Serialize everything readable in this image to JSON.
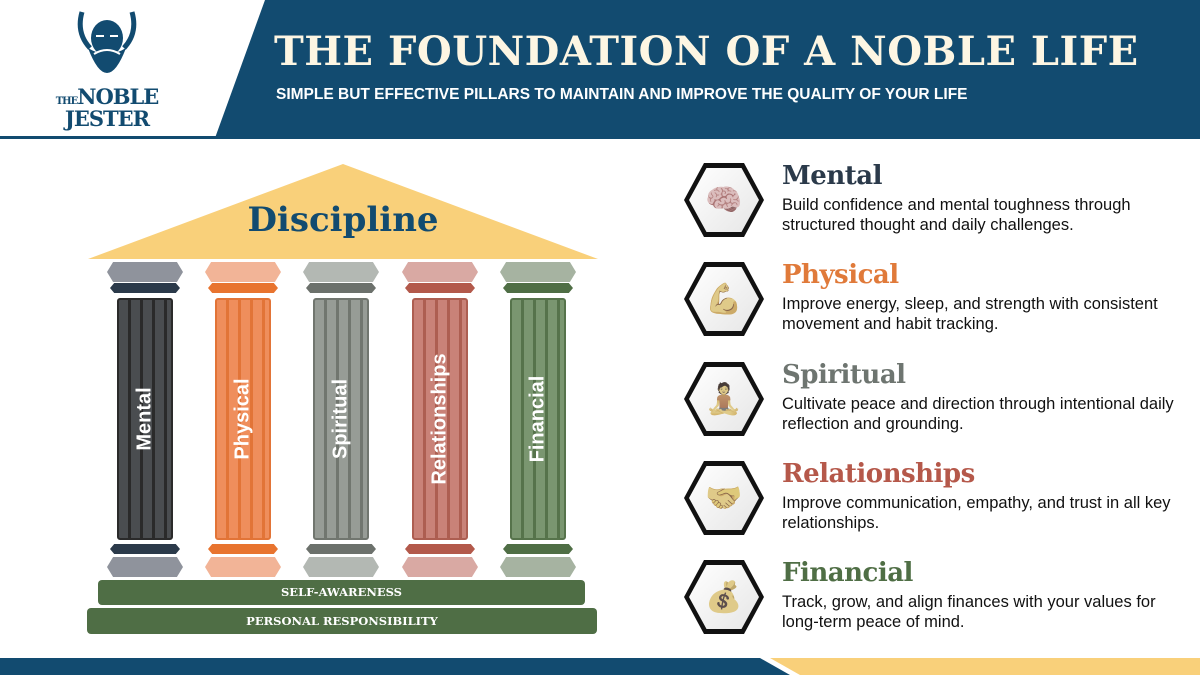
{
  "logo": {
    "the": "THE",
    "noble": "NOBLE",
    "jester": "JESTER"
  },
  "header": {
    "title": "THE FOUNDATION OF A NOBLE LIFE",
    "subtitle": "SIMPLE BUT EFFECTIVE PILLARS TO MAINTAIN AND IMPROVE THE QUALITY OF YOUR LIFE"
  },
  "temple": {
    "roof": "Discipline",
    "pillars": [
      {
        "label": "Mental",
        "light": "#8f939c",
        "dark": "#2b3a4a",
        "shaft": "#4a4d50",
        "stripe": "#2a2a2a"
      },
      {
        "label": "Physical",
        "light": "#f2b497",
        "dark": "#e8742f",
        "shaft": "#ef8e5c",
        "stripe": "#e27437"
      },
      {
        "label": "Spiritual",
        "light": "#b3b8b3",
        "dark": "#6c716c",
        "shaft": "#979c96",
        "stripe": "#71766f"
      },
      {
        "label": "Relationships",
        "light": "#d9a9a3",
        "dark": "#b3594b",
        "shaft": "#c98278",
        "stripe": "#ad5e51"
      },
      {
        "label": "Financial",
        "light": "#a6b3a1",
        "dark": "#4f6e45",
        "shaft": "#7a9670",
        "stripe": "#56734b"
      }
    ],
    "foundation": [
      "SELF-AWARENESS",
      "PERSONAL RESPONSIBILITY"
    ]
  },
  "pillars_detail": [
    {
      "title": "Mental",
      "color": "#2b3a4a",
      "icon": "brain-head-icon",
      "glyph": "🧠",
      "text": "Build confidence and mental toughness through structured thought and daily challenges."
    },
    {
      "title": "Physical",
      "color": "#e07a3a",
      "icon": "flexed-arm-icon",
      "glyph": "💪",
      "text": "Improve energy, sleep, and strength with consistent movement and habit tracking."
    },
    {
      "title": "Spiritual",
      "color": "#6e7570",
      "icon": "meditation-icon",
      "glyph": "🧘",
      "text": "Cultivate peace and direction through intentional daily reflection and grounding."
    },
    {
      "title": "Relationships",
      "color": "#b5584a",
      "icon": "heart-handshake-icon",
      "glyph": "🤝",
      "text": "Improve communication, empathy, and trust in all key relationships."
    },
    {
      "title": "Financial",
      "color": "#4f6e45",
      "icon": "money-bag-icon",
      "glyph": "💰",
      "text": "Track, grow, and align finances with your values for long-term peace of mind."
    }
  ]
}
